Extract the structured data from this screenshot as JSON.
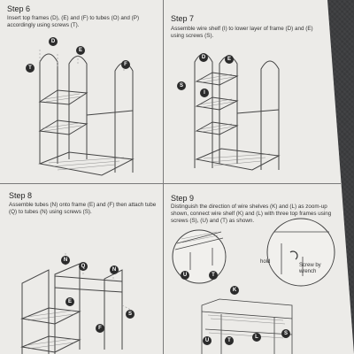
{
  "steps": [
    {
      "title": "Step 6",
      "description": "Insert top frames (D), (E) and (F) to tubes (O) and (P) accordingly using screws (T).",
      "labels": [
        "D",
        "E",
        "F",
        "T"
      ]
    },
    {
      "title": "Step 7",
      "description": "Assemble wire shelf (I) to lower layer of frame (D) and (E) using screws (S).",
      "labels": [
        "D",
        "E",
        "S",
        "I"
      ]
    },
    {
      "title": "Step 8",
      "description": "Assemble tubes (N) onto frame (E) and (F) then attach tube (Q) to tubes (N) using screws (S).",
      "labels": [
        "N",
        "Q",
        "N",
        "E",
        "S",
        "F"
      ]
    },
    {
      "title": "Step 9",
      "description": "Distinguish the direction of wire shelves (K) and (L) as zoom-up shown, connect wire shelf (K) and (L) with three top frames using screws (S), (U) and (T) as shown.",
      "labels": [
        "U",
        "T",
        "K",
        "U",
        "T",
        "L",
        "S"
      ],
      "annotations": {
        "hold": "hold",
        "screw": "Screw by wrench"
      }
    }
  ]
}
